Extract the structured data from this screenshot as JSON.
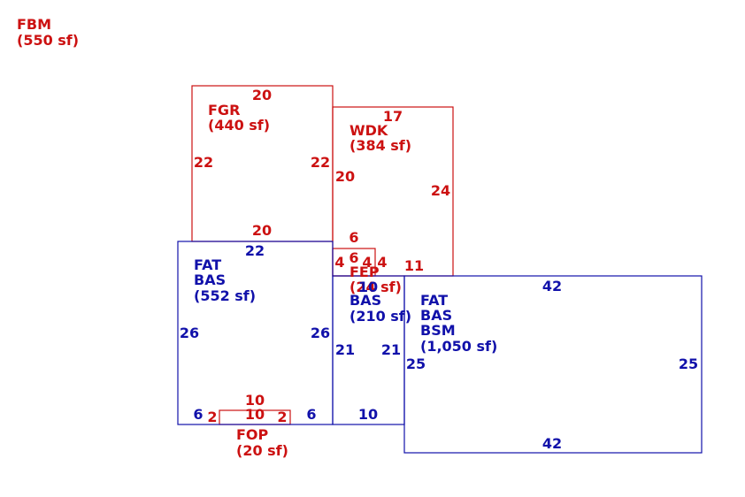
{
  "colors": {
    "red": "#cc1111",
    "blue": "#1111aa"
  },
  "areas": {
    "fbm": {
      "code": "FBM",
      "area": "(550 sf)"
    },
    "fgr": {
      "code": "FGR",
      "area": "(440 sf)"
    },
    "wdk": {
      "code": "WDK",
      "area": "(384 sf)"
    },
    "fep": {
      "code": "FEP",
      "area": "(24 sf)"
    },
    "fop": {
      "code": "FOP",
      "area": "(20 sf)"
    },
    "bas1": {
      "line1": "FAT",
      "line2": "BAS",
      "area": "(552 sf)"
    },
    "bas2": {
      "line1": "BAS",
      "area": "(210 sf)"
    },
    "bsm": {
      "line1": "FAT",
      "line2": "BAS",
      "line3": "BSM",
      "area": "(1,050 sf)"
    }
  },
  "dims": {
    "fgr": {
      "top": "20",
      "left": "22",
      "right": "22",
      "bottom": "20"
    },
    "wdk": {
      "top": "17",
      "left": "20",
      "right": "24",
      "bottom": "11"
    },
    "fep": {
      "top": "6",
      "inner_top": "6",
      "left": "4",
      "inner_left": "4",
      "right": "4"
    },
    "bas1": {
      "top": "22",
      "left": "26",
      "right": "26",
      "bottom_left": "6",
      "bottom_right": "6"
    },
    "bas2": {
      "top": "10",
      "left": "21",
      "right": "21",
      "bottom": "10"
    },
    "bsm": {
      "top": "42",
      "left": "25",
      "right": "25",
      "bottom": "42"
    },
    "fop": {
      "top": "10",
      "inner": "10",
      "left": "2",
      "right": "2"
    }
  }
}
